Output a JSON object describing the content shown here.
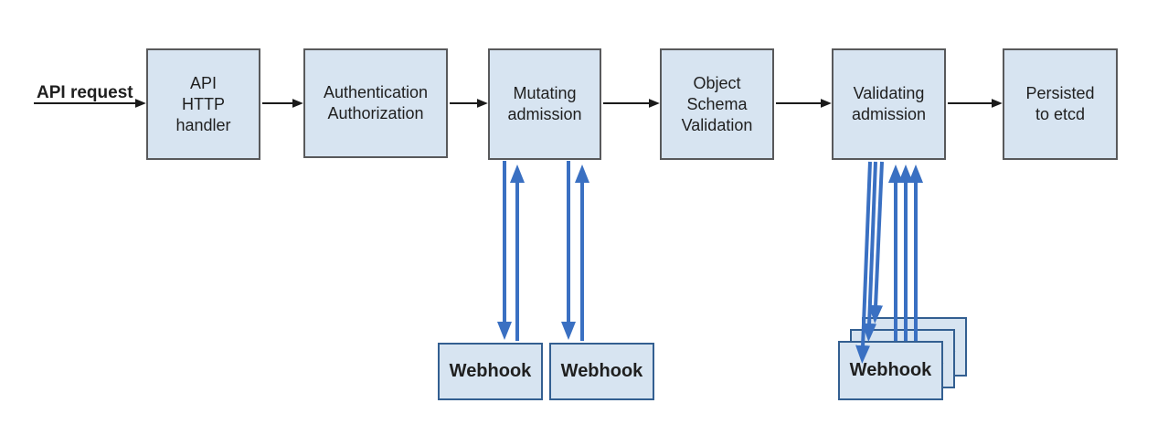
{
  "diagram": {
    "flow_label": "API request",
    "nodes": [
      {
        "id": "api-http-handler",
        "label": "API\nHTTP\nhandler"
      },
      {
        "id": "authentication-authorization",
        "label": "Authentication\nAuthorization"
      },
      {
        "id": "mutating-admission",
        "label": "Mutating\nadmission"
      },
      {
        "id": "object-schema-validation",
        "label": "Object\nSchema\nValidation"
      },
      {
        "id": "validating-admission",
        "label": "Validating\nadmission"
      },
      {
        "id": "persisted-to-etcd",
        "label": "Persisted\nto etcd"
      }
    ],
    "webhooks": {
      "mutating": [
        "Webhook",
        "Webhook"
      ],
      "validating": [
        "Webhook",
        "Webhook",
        "Webhook"
      ]
    },
    "colors": {
      "background": "#ffffff",
      "node_fill": "#d7e4f1",
      "node_border": "#58595b",
      "webhook_border": "#335f91",
      "arrow_black": "#1a1a1a",
      "arrow_blue": "#3a70c2",
      "text": "#1f1f1f"
    }
  }
}
